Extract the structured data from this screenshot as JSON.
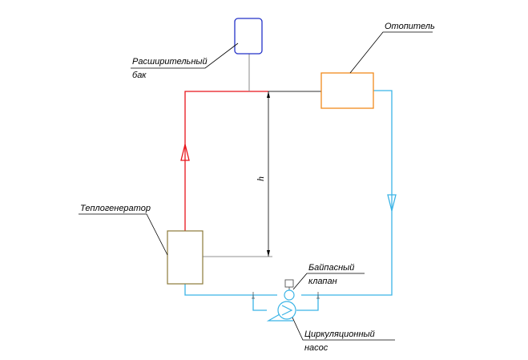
{
  "labels": {
    "expansion_tank": [
      "Расширительный",
      "бак"
    ],
    "heater": "Отопитель",
    "heat_generator": "Теплогенератор",
    "bypass_valve": [
      "Байпасный",
      "клапан"
    ],
    "circulation_pump": [
      "Циркуляционный",
      "насос"
    ],
    "height_dim": "h"
  },
  "colors": {
    "supply_line": "#e8141b",
    "return_line": "#3bb4e6",
    "heat_generator": "#8c7a3a",
    "heater": "#f08a1c",
    "expansion_tank": "#2332c8",
    "leader_line": "#000000",
    "connector_line": "#6e6e6e",
    "pump": "#3bb4e6"
  }
}
